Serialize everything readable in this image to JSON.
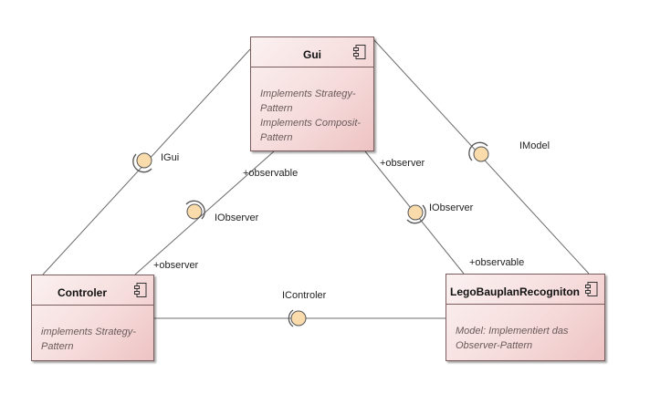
{
  "components": {
    "gui": {
      "name": "Gui",
      "notes": [
        "Implements Strategy-",
        "Pattern",
        "Implements Composit-",
        "Pattern"
      ]
    },
    "controler": {
      "name": "Controler",
      "notes": [
        "implements Strategy-",
        "Pattern"
      ]
    },
    "lego": {
      "name": "LegoBauplanRecogniton",
      "notes": [
        "Model: Implementiert das",
        "Observer-Pattern"
      ]
    }
  },
  "interfaces": {
    "igui": "IGui",
    "imodel": "IModel",
    "iobserver_left": "IObserver",
    "iobserver_right": "IObserver",
    "icontroler": "IControler"
  },
  "roles": {
    "gui_observable": "+observable",
    "controler_observer": "+observer",
    "gui_observer": "+observer",
    "lego_observable": "+observable"
  },
  "colors": {
    "component_fill": "#f6dcdc",
    "component_border": "#7a5c5c",
    "lollipop_fill": "#fadcac",
    "connector": "#6b6b6b"
  }
}
